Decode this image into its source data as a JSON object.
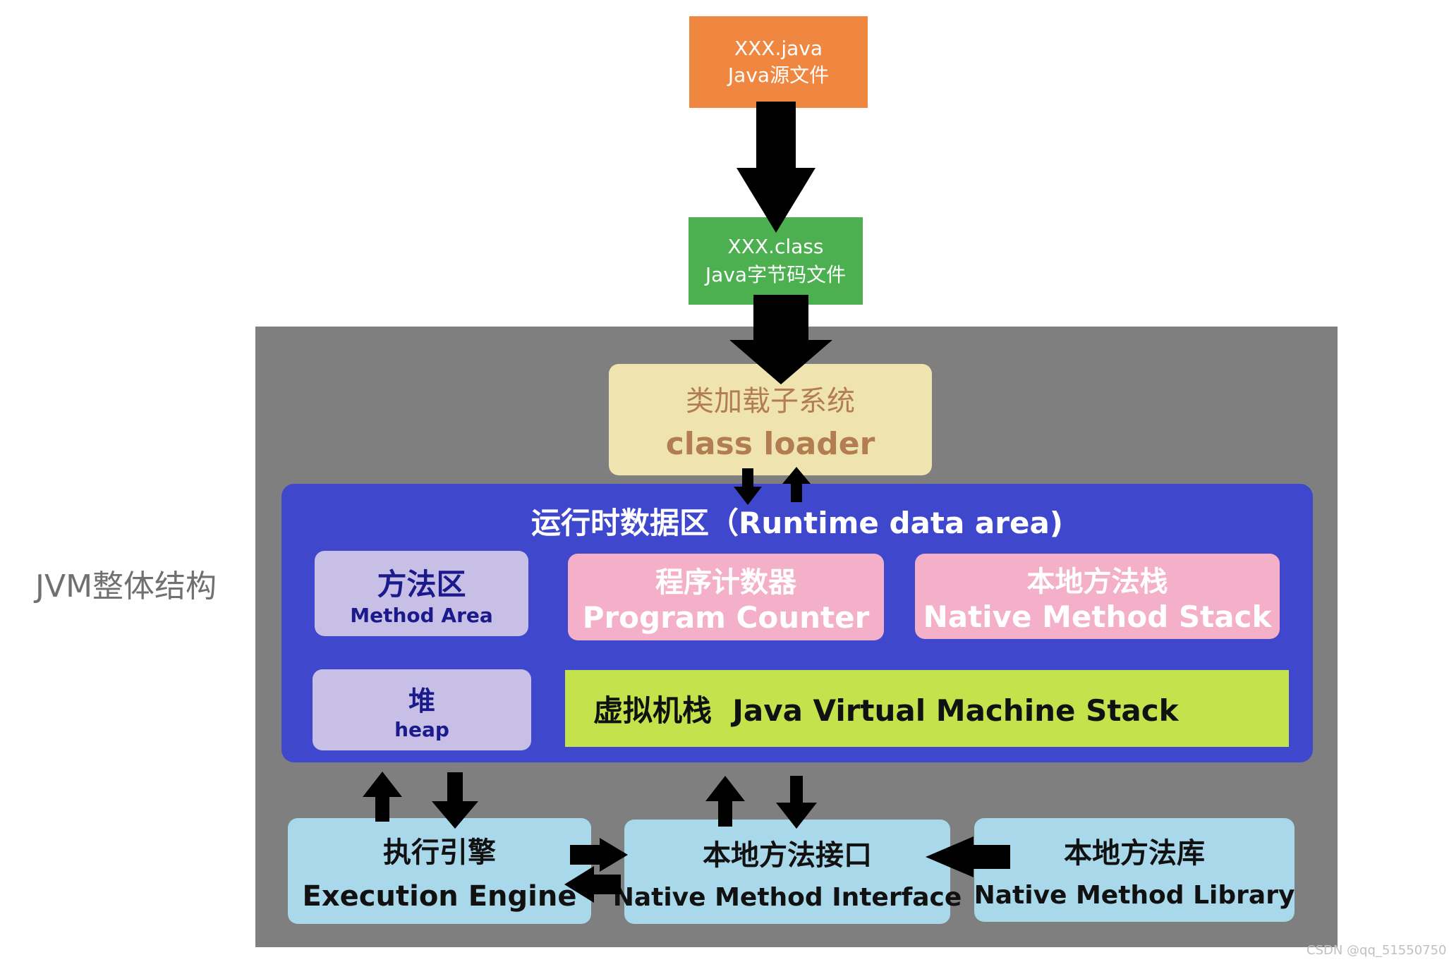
{
  "side_label": "JVM整体结构",
  "source_file": {
    "line1": "XXX.java",
    "line2": "Java源文件"
  },
  "class_file": {
    "line1": "XXX.class",
    "line2": "Java字节码文件"
  },
  "class_loader": {
    "line1": "类加载子系统",
    "line2": "class loader"
  },
  "runtime_area": {
    "title": "运行时数据区（Runtime data area)",
    "method_area": {
      "line1": "方法区",
      "line2": "Method Area"
    },
    "heap": {
      "line1": "堆",
      "line2": "heap"
    },
    "program_counter": {
      "line1": "程序计数器",
      "line2": "Program Counter"
    },
    "native_method_stack": {
      "line1": "本地方法栈",
      "line2": "Native Method Stack"
    },
    "vm_stack": {
      "label": "虚拟机栈  Java Virtual Machine Stack"
    }
  },
  "execution_engine": {
    "line1": "执行引擎",
    "line2": "Execution Engine"
  },
  "native_interface": {
    "line1": "本地方法接口",
    "line2": "Native Method Interface"
  },
  "native_library": {
    "line1": "本地方法库",
    "line2": "Native Method Library"
  },
  "watermark": "CSDN @qq_51550750",
  "colors": {
    "source": "#ef8740",
    "class_file": "#4caf50",
    "jvm_bg": "#7f7f7f",
    "loader": "#efe4b0",
    "runtime": "#3f48cc",
    "lavender": "#c8bfe7",
    "pink": "#f4b0c8",
    "stack": "#c3e24b",
    "light_blue": "#a8d8ea"
  }
}
